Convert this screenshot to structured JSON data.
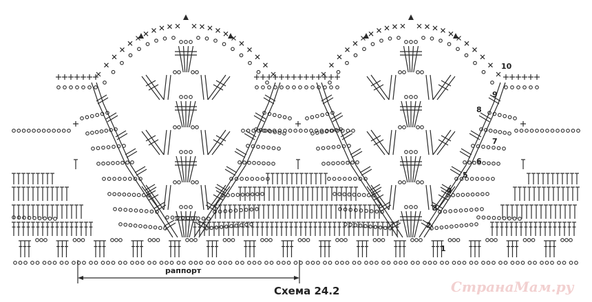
{
  "title": "Схема 24.2",
  "rapport_label": "раппорт",
  "row_numbers": [
    "1",
    "2",
    "3",
    "4",
    "5",
    "6",
    "7",
    "8",
    "9",
    "10"
  ],
  "watermark": "СтранаМам.ру",
  "colors": {
    "ink": "#2a2a2a",
    "watermark": "#f0c8c8"
  }
}
